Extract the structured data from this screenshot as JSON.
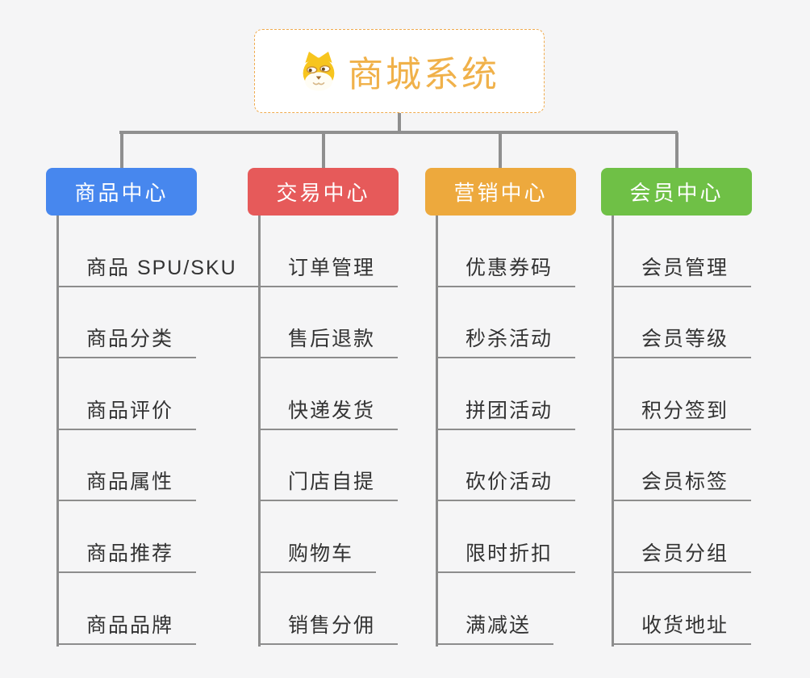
{
  "root": {
    "title": "商城系统",
    "title_color": "#F0B14A",
    "icon": "dog-face-icon"
  },
  "colors": {
    "background": "#F5F5F6",
    "connector": "#8F8F8F",
    "leaf_line": "#8D8D8D",
    "leaf_text": "#333333",
    "root_border": "#F0AB4E"
  },
  "branches": [
    {
      "title": "商品中心",
      "color": "#4787EE",
      "items": [
        "商品 SPU/SKU",
        "商品分类",
        "商品评价",
        "商品属性",
        "商品推荐",
        "商品品牌"
      ]
    },
    {
      "title": "交易中心",
      "color": "#E65A5A",
      "items": [
        "订单管理",
        "售后退款",
        "快递发货",
        "门店自提",
        "购物车",
        "销售分佣"
      ]
    },
    {
      "title": "营销中心",
      "color": "#EDA93D",
      "items": [
        "优惠券码",
        "秒杀活动",
        "拼团活动",
        "砍价活动",
        "限时折扣",
        "满减送"
      ]
    },
    {
      "title": "会员中心",
      "color": "#6FC046",
      "items": [
        "会员管理",
        "会员等级",
        "积分签到",
        "会员标签",
        "会员分组",
        "收货地址"
      ]
    }
  ]
}
